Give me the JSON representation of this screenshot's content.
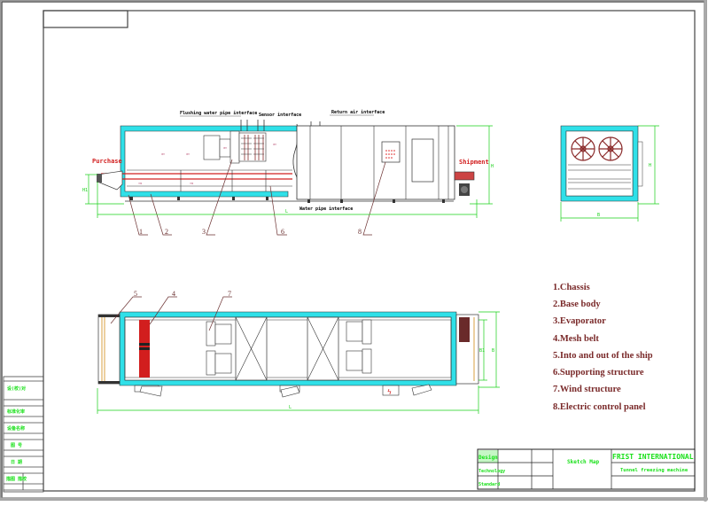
{
  "drawing": {
    "title_block": {
      "row_labels": [
        "Design",
        "Technology",
        "Standard"
      ],
      "sheet_name": "Sketch Map",
      "company": "FRIST INTERNATIONAL",
      "product": "Tunnel freezing machine"
    },
    "left_strip": {
      "labels": [
        "设(校)对",
        "标准化审",
        "设备名称",
        "图 号",
        "日 期",
        "描图 描校"
      ]
    },
    "side_view": {
      "callouts": {
        "flushing_water": "Flushing water pipe interface",
        "sensor": "Sensor interface",
        "return_air": "Return air interface",
        "water_pipe": "Water pipe interface",
        "purchase": "Purchase",
        "shipment": "Shipment",
        "length": "L",
        "height": "H",
        "in_height": "H1"
      },
      "part_numbers": [
        "1",
        "2",
        "3",
        "6",
        "8"
      ]
    },
    "end_view": {
      "width": "B",
      "height": "H"
    },
    "plan_view": {
      "part_numbers": [
        "5",
        "4",
        "7"
      ],
      "length": "L",
      "b1": "B1",
      "b": "B"
    },
    "legend": {
      "items": [
        "1.Chassis",
        "2.Base body",
        "3.Evaporator",
        "4.Mesh belt",
        "5.Into and out of the ship",
        "6.Supporting structure",
        "7.Wind structure",
        "8.Electric control panel"
      ]
    },
    "colors": {
      "cyan_frame": "#2fe0e8",
      "dimension_green": "#18d018",
      "belt_red": "#d21e1e",
      "legend_text": "#7a2a2a"
    }
  }
}
